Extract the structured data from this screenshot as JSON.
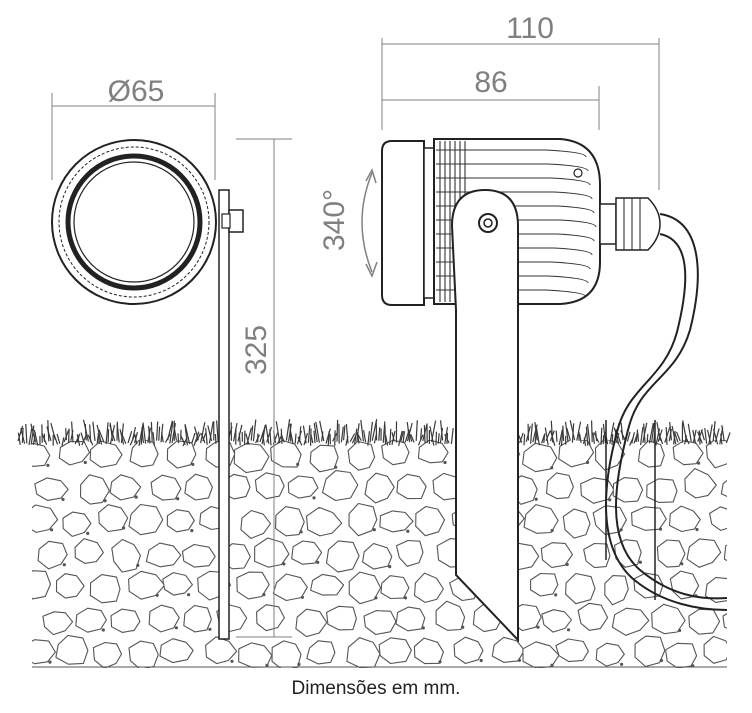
{
  "dimensions": {
    "diameter": "Ø65",
    "total_length": "110",
    "body_length": "86",
    "height": "325",
    "rotation": "340°"
  },
  "caption": "Dimensões em mm.",
  "colors": {
    "line": "#222222",
    "dimension": "#808080",
    "stone": "#e8e8e8",
    "grass": "#444444"
  }
}
